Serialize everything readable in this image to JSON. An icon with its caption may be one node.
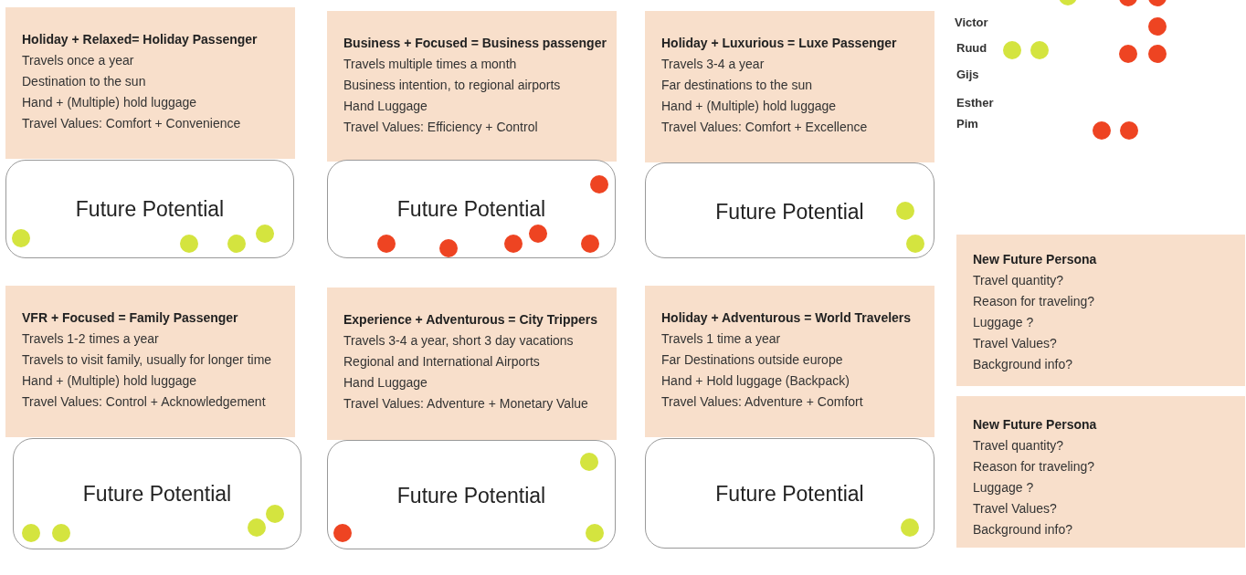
{
  "diagram": {
    "nodes": [
      {
        "text": [
          "Holiday + Relaxed= Holiday Passenger",
          "Travels once a year",
          "Destination to the sun",
          "Hand + (Multiple) hold luggage",
          "Travel Values: Comfort + Convenience"
        ]
      },
      {
        "text": [
          "Business + Focused = Business  passenger",
          "Travels multiple times a month",
          "Business intention, to regional airports",
          "Hand Luggage",
          "Travel Values: Efficiency + Control"
        ]
      },
      {
        "text": [
          "Holiday + Luxurious =  Luxe Passenger",
          "Travels 3-4 a year",
          "Far destinations to the sun",
          "Hand + (Multiple) hold luggage",
          "Travel Values: Comfort + Excellence"
        ]
      },
      {
        "text": [
          "Future Potential"
        ]
      },
      {
        "text": [
          "Future Potential"
        ]
      },
      {
        "text": [
          "Future Potential"
        ]
      },
      {
        "text": [
          "New Future Persona",
          "Travel quantity?",
          "Reason for traveling?",
          "Luggage ?",
          "Travel Values?",
          "Background info?"
        ]
      },
      {
        "text": [
          "VFR + Focused = Family Passenger",
          "Travels 1-2 times a year",
          "Travels to visit family, usually for longer time",
          "Hand + (Multiple) hold luggage",
          "Travel Values: Control + Acknowledgement"
        ]
      },
      {
        "text": [
          "Experience + Adventurous =  City Trippers",
          "Travels 3-4 a year, short 3 day vacations",
          "Regional and International Airports",
          "Hand Luggage",
          "Travel Values: Adventure + Monetary Value"
        ]
      },
      {
        "text": [
          "Holiday + Adventurous =  World Travelers",
          "Travels 1 time a year",
          "Far Destinations outside europe",
          "Hand + Hold luggage (Backpack)",
          "Travel Values: Adventure + Comfort"
        ]
      },
      {
        "text": [
          "Future Potential"
        ]
      },
      {
        "text": [
          "Future Potential"
        ]
      },
      {
        "text": [
          "Future Potential"
        ]
      },
      {
        "text": [
          "New Future Persona",
          "Travel quantity?",
          "Reason for traveling?",
          "Luggage ?",
          "Travel Values?",
          "Background info?"
        ]
      }
    ],
    "labels": [
      "Victor",
      "Ruud",
      "Gijs",
      "Esther",
      "Pim"
    ]
  }
}
